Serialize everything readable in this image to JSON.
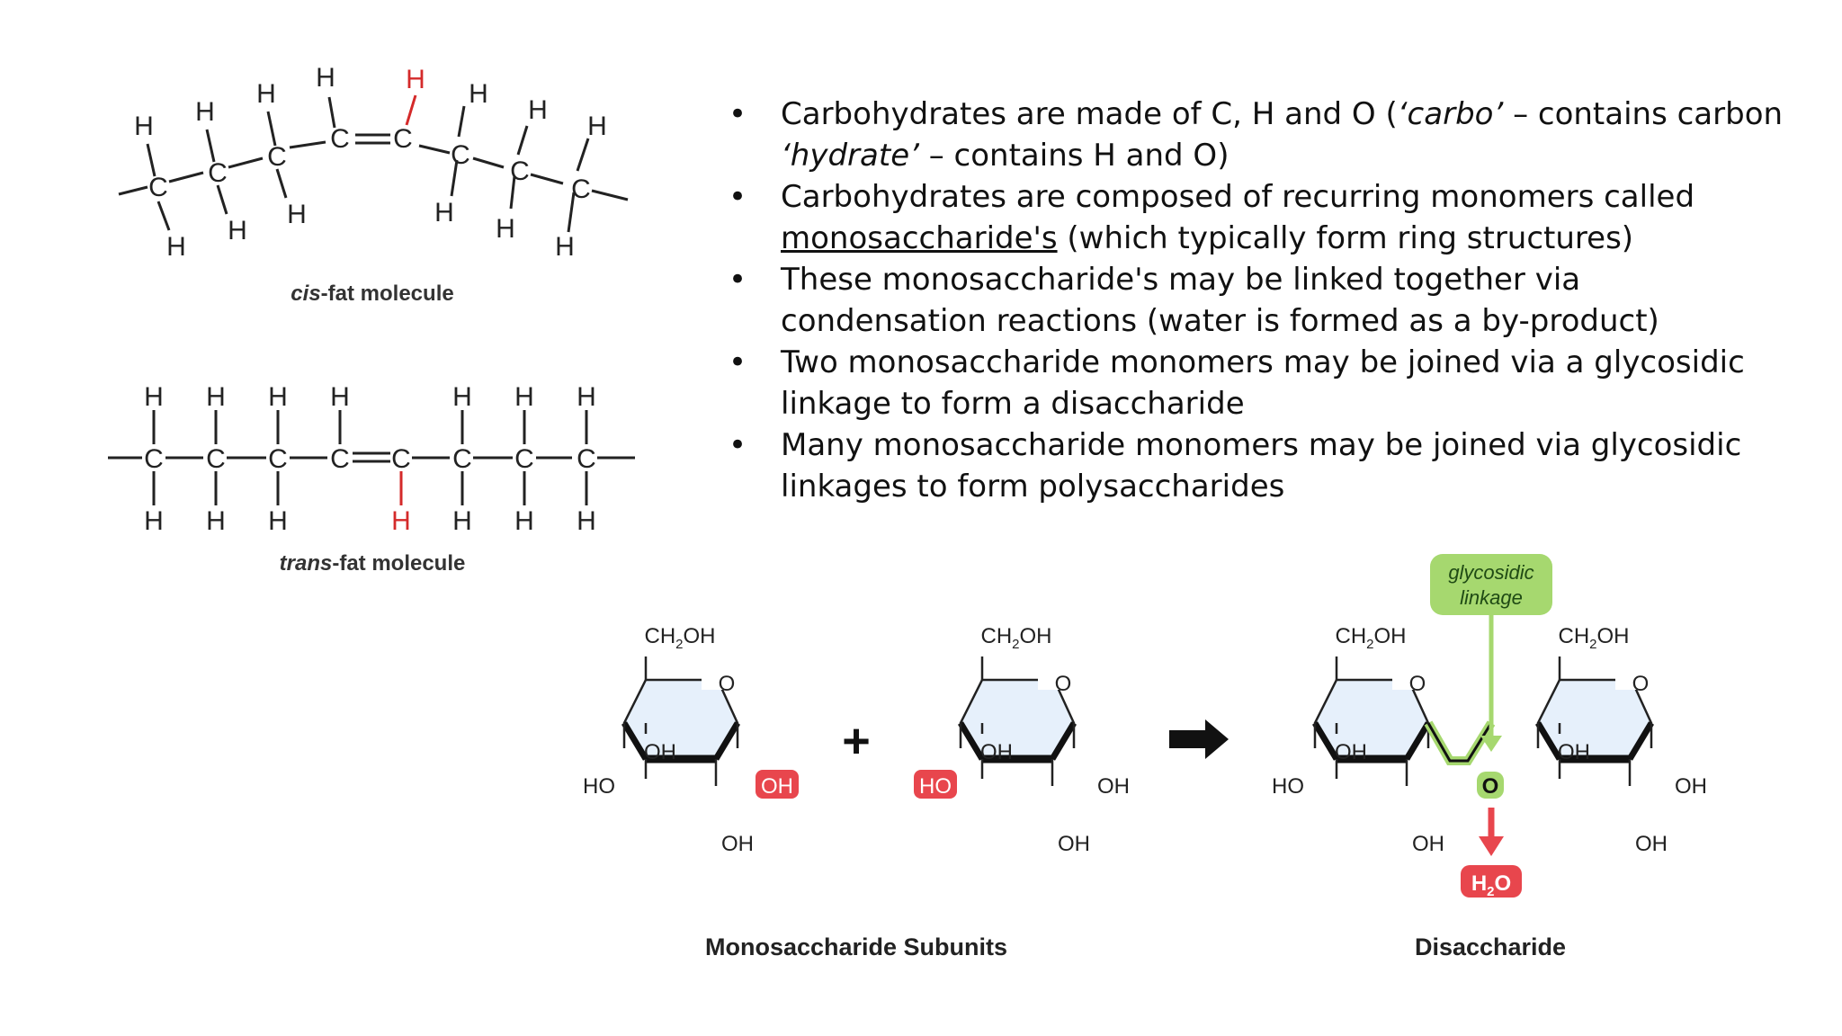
{
  "bullets": [
    {
      "p1": "Carbohydrates are made of C, H and O (",
      "p2": "‘carbo’",
      "p3": " – contains carbon ",
      "p4": "‘hydrate’",
      "p5": " – contains H and O)"
    },
    {
      "p1": "Carbohydrates are composed of recurring monomers called ",
      "u": "monosaccharide's",
      "p2": " (which typically form ring structures)"
    },
    {
      "text": "These monosaccharide's may be linked together via condensation reactions (water is formed as a by-product)"
    },
    {
      "text": "Two monosaccharide monomers may be joined via a glycosidic linkage to form a disaccharide"
    },
    {
      "text": "Many monosaccharide monomers may be joined via glycosidic linkages to form polysaccharides"
    }
  ],
  "fats": {
    "cis_prefix": "cis",
    "cis_suffix": "-fat molecule",
    "trans_prefix": "trans",
    "trans_suffix": "-fat molecule"
  },
  "atoms": {
    "C": "C",
    "H": "H"
  },
  "sugars": {
    "ch2": "CH",
    "sub2": "2",
    "oh_end": "OH",
    "ring_o": "O",
    "oh": "OH",
    "ho": "HO",
    "plus": "+",
    "glyco_line1": "glycosidic",
    "glyco_line2": "linkage",
    "link_o": "O",
    "water_h": "H",
    "water_sub": "2",
    "water_o": "O",
    "mono_label": "Monosaccharide Subunits",
    "di_label": "Disaccharide"
  },
  "colors": {
    "highlight_red": "#e8464d",
    "ring_fill": "#e6f0fb",
    "glyco_green": "#a6d86f",
    "hydrogen_red": "#d42a2a"
  }
}
